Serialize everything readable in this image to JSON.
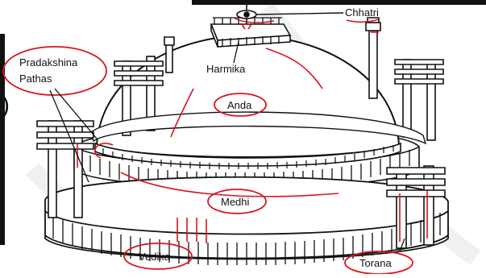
{
  "diagram": {
    "labels": {
      "chhatri": "Chhatri",
      "pradakshina_line1": "Pradakshina",
      "pradakshina_line2": "Pathas",
      "harmika": "Harmika",
      "anda": "Anda",
      "medhi": "Medhi",
      "vedika": "Vedika",
      "torana": "Torana"
    },
    "stray_glyph": ")",
    "colors": {
      "ink": "#111111",
      "annotation": "#d8141e",
      "watermark": "#e8e8e8",
      "background": "#ffffff"
    }
  }
}
